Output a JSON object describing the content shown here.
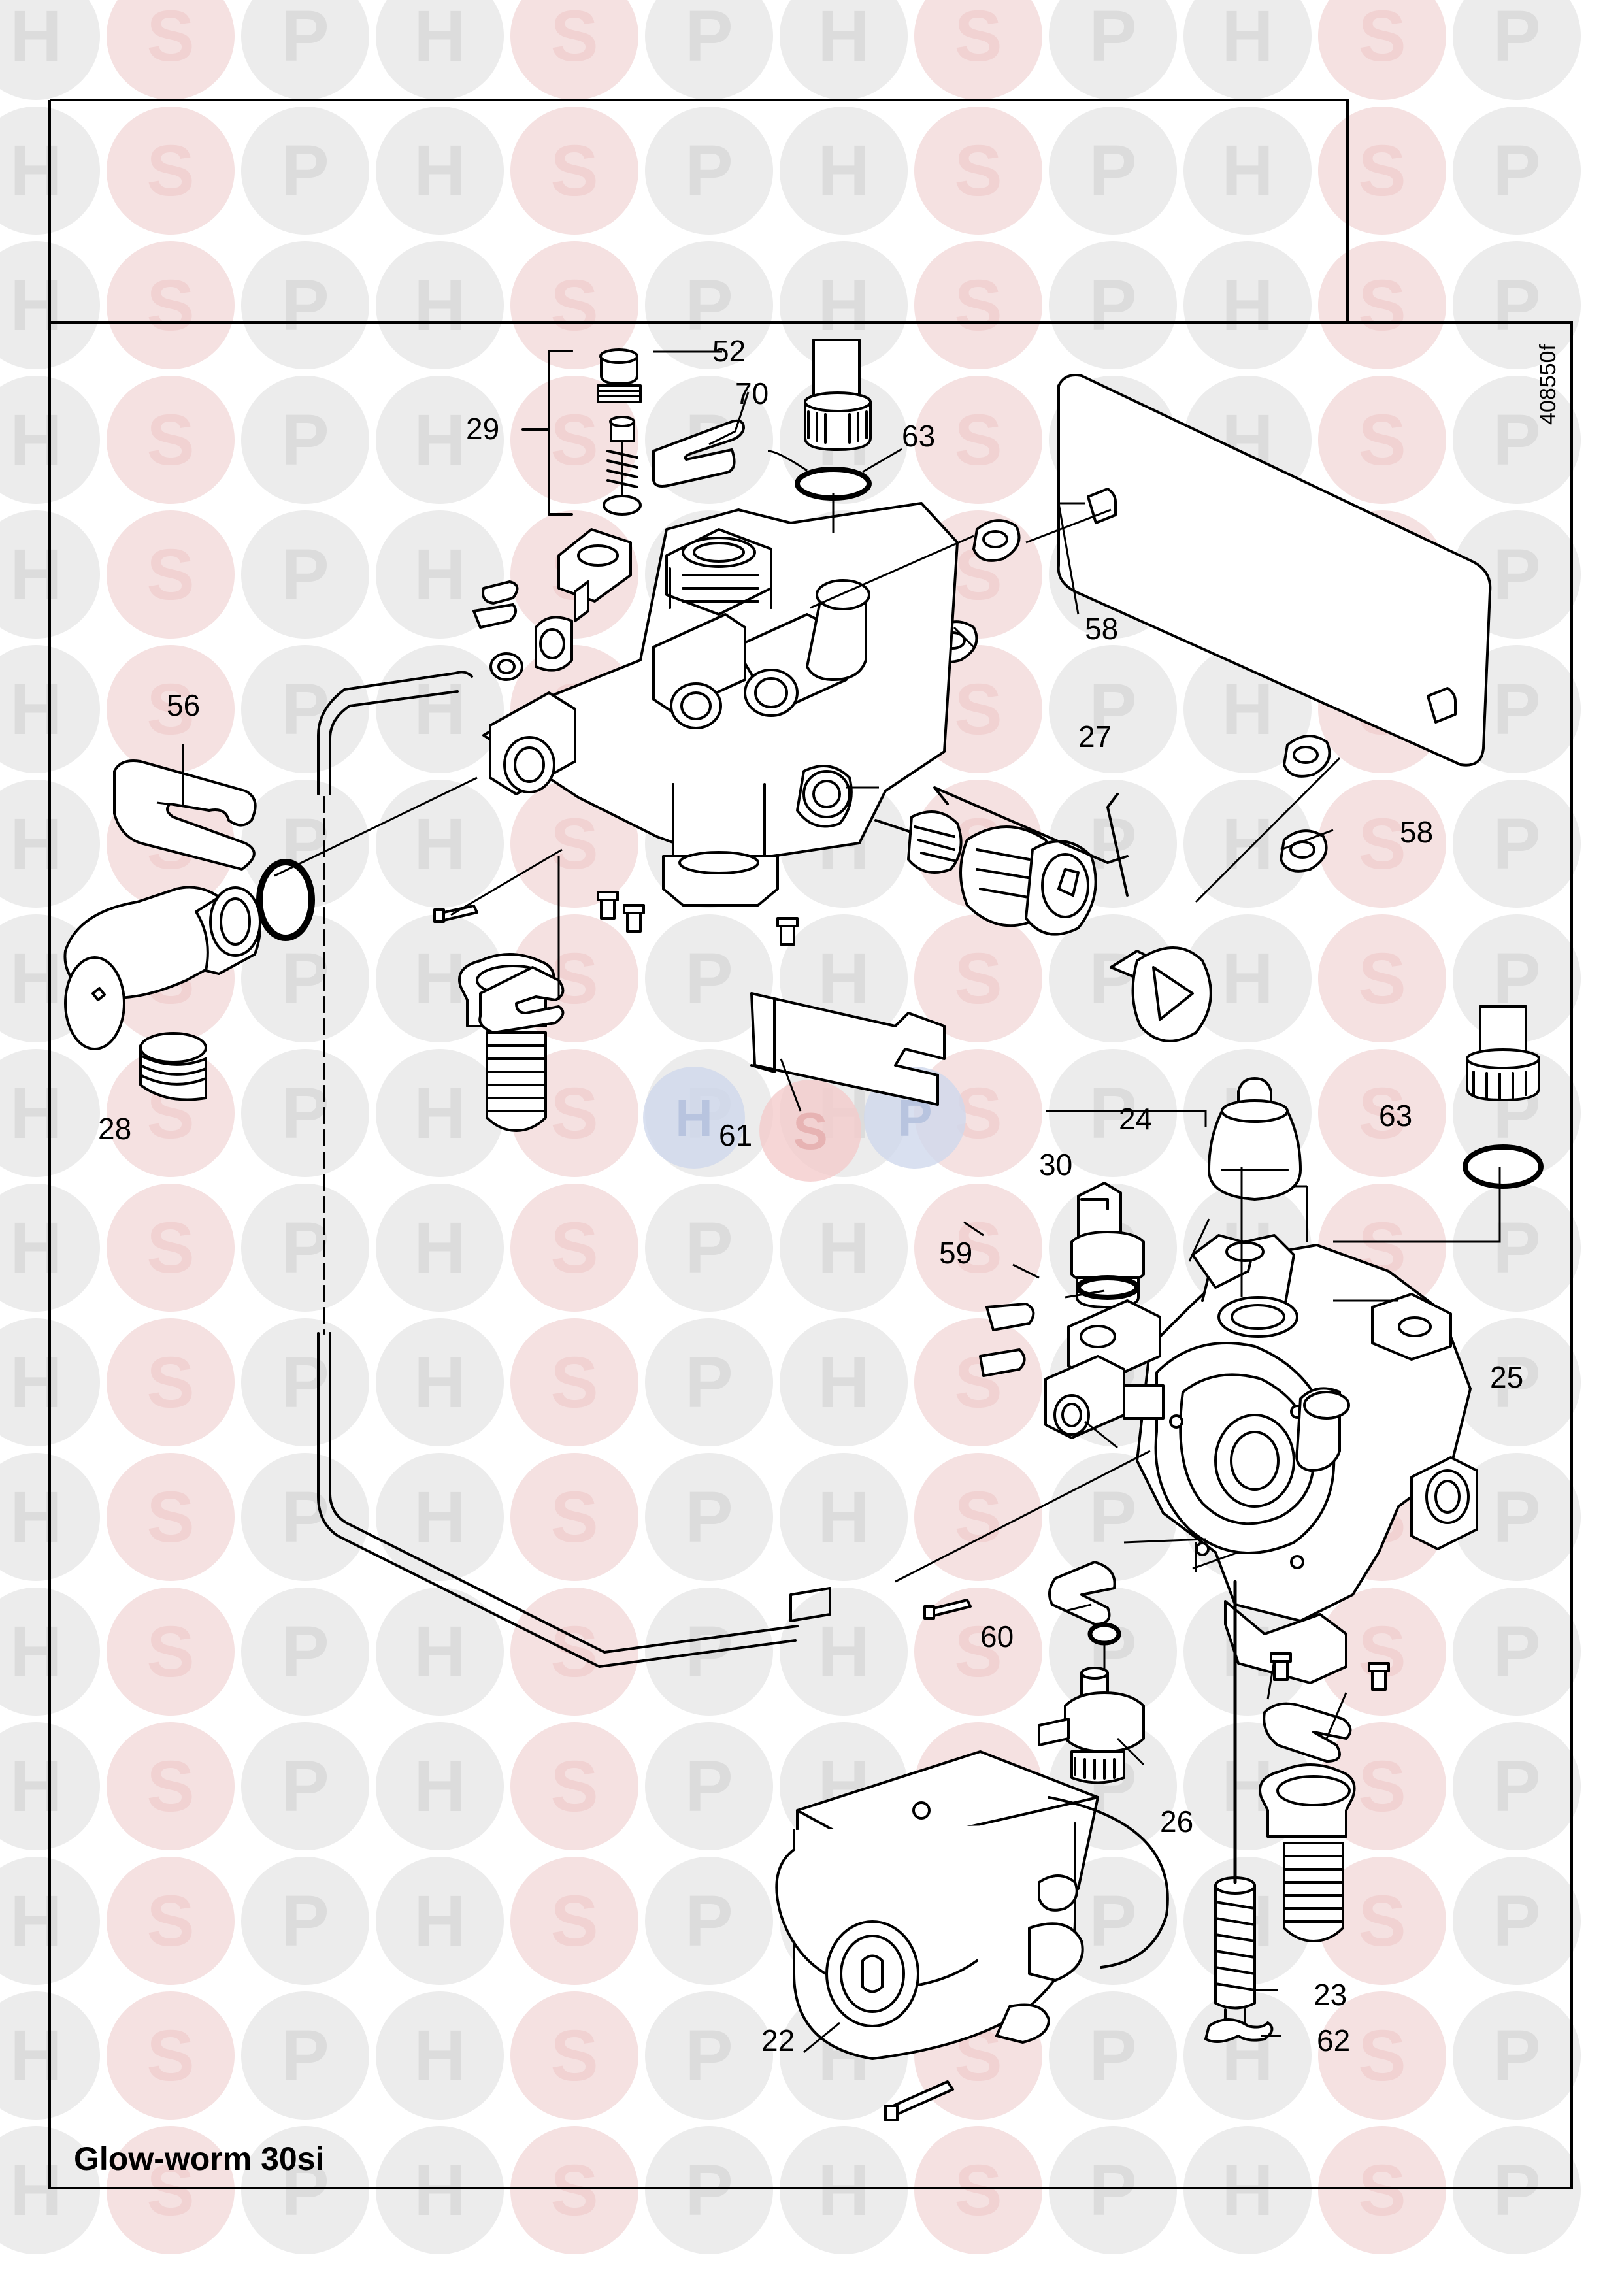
{
  "diagram": {
    "model_caption": "Glow-worm 30si",
    "reference_code": "408550f",
    "watermark": {
      "letters": [
        "H",
        "S",
        "P"
      ],
      "colors": {
        "H": "#dcdcdc",
        "S": "#f1d2d2",
        "P": "#dcdcdc"
      },
      "center_logo_colors": [
        "#cfd8ec",
        "#f4cccc",
        "#cfd8ec"
      ]
    },
    "line_color": "#000000",
    "callouts": [
      {
        "id": "c52",
        "label": "52"
      },
      {
        "id": "c70",
        "label": "70"
      },
      {
        "id": "c29",
        "label": "29"
      },
      {
        "id": "c63a",
        "label": "63"
      },
      {
        "id": "c58a",
        "label": "58"
      },
      {
        "id": "c56",
        "label": "56"
      },
      {
        "id": "c27",
        "label": "27"
      },
      {
        "id": "c58b",
        "label": "58"
      },
      {
        "id": "c28",
        "label": "28"
      },
      {
        "id": "c61",
        "label": "61"
      },
      {
        "id": "c24",
        "label": "24"
      },
      {
        "id": "c63b",
        "label": "63"
      },
      {
        "id": "c30",
        "label": "30"
      },
      {
        "id": "c59",
        "label": "59"
      },
      {
        "id": "c25",
        "label": "25"
      },
      {
        "id": "c60",
        "label": "60"
      },
      {
        "id": "c26",
        "label": "26"
      },
      {
        "id": "c23",
        "label": "23"
      },
      {
        "id": "c62",
        "label": "62"
      },
      {
        "id": "c22",
        "label": "22"
      }
    ],
    "parts": [
      {
        "id": "filler-cap",
        "icon": "cap-icon"
      },
      {
        "id": "air-vent-valve",
        "icon": "valve-icon"
      },
      {
        "id": "clip-70",
        "icon": "clip-icon"
      },
      {
        "id": "pipe-nut-top",
        "icon": "nut-icon"
      },
      {
        "id": "o-ring-63a",
        "icon": "o-ring-icon"
      },
      {
        "id": "nuts-58a",
        "icon": "nut-icon"
      },
      {
        "id": "plate-heat-exchanger",
        "icon": "heat-exchanger-icon"
      },
      {
        "id": "diverter-valve-body",
        "icon": "valve-body-icon"
      },
      {
        "id": "valve-cartridge",
        "icon": "cartridge-icon"
      },
      {
        "id": "valve-cap",
        "icon": "cap-icon"
      },
      {
        "id": "clip-56",
        "icon": "clip-icon"
      },
      {
        "id": "o-ring-56",
        "icon": "o-ring-icon"
      },
      {
        "id": "safety-valve",
        "icon": "safety-valve-icon"
      },
      {
        "id": "bypass-pipe",
        "icon": "pipe-icon"
      },
      {
        "id": "connector-left",
        "icon": "connector-icon"
      },
      {
        "id": "bracket-61",
        "icon": "bracket-icon"
      },
      {
        "id": "auto-air-vent",
        "icon": "air-vent-icon"
      },
      {
        "id": "pipe-nut-right",
        "icon": "nut-icon"
      },
      {
        "id": "o-ring-63b",
        "icon": "o-ring-icon"
      },
      {
        "id": "pressure-sensor",
        "icon": "sensor-icon"
      },
      {
        "id": "pump-housing",
        "icon": "pump-housing-icon"
      },
      {
        "id": "drain-cock",
        "icon": "drain-cock-icon"
      },
      {
        "id": "connector-right",
        "icon": "connector-icon"
      },
      {
        "id": "filter",
        "icon": "filter-icon"
      },
      {
        "id": "filter-clip",
        "icon": "clip-icon"
      },
      {
        "id": "pump-motor",
        "icon": "pump-motor-icon"
      },
      {
        "id": "screws",
        "icon": "screw-icon"
      }
    ]
  }
}
